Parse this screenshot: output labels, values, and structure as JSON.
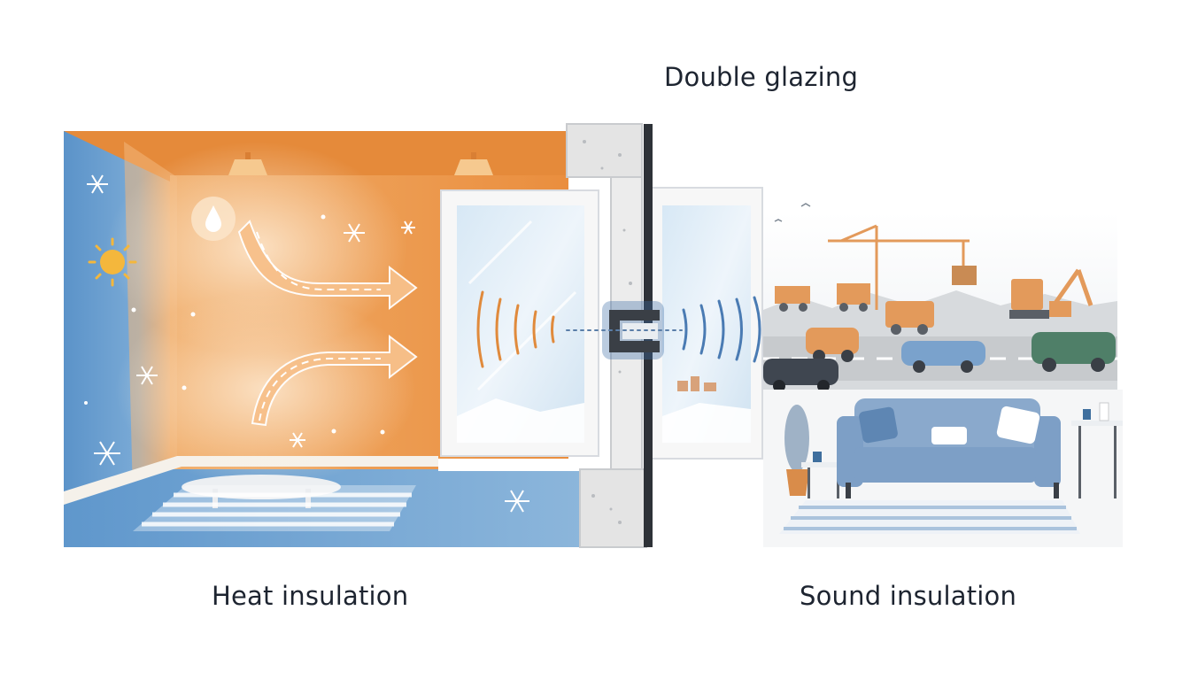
{
  "title": "Double glazing",
  "panels": {
    "heat": {
      "label": "Heat insulation"
    },
    "sound": {
      "label": "Sound insulation"
    }
  },
  "colors": {
    "warm_wall": "#ec9a4c",
    "warm_wall_dark": "#e07d2e",
    "cold_exterior": "#6da3d2",
    "floor_blue": "#7aaad3",
    "sofa": "#7d9fc6",
    "concrete": "#e6e6e6",
    "frame": "#f4f4f4",
    "glass": "#dcebf6",
    "road": "#c9cbcf",
    "machinery": "#e39a5b"
  },
  "icons": [
    "snowflake-icon",
    "sun-icon",
    "water-drop-icon",
    "heat-arrow-icon",
    "sound-wave-icon"
  ]
}
